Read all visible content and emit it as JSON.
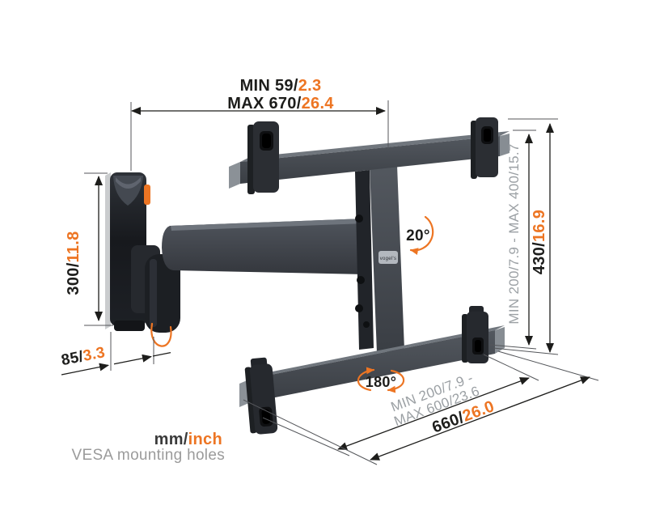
{
  "meta": {
    "brand": "vogel's"
  },
  "colors": {
    "accent_orange": "#ED7523",
    "dim_text": "#1d1d1b",
    "gray_text": "#9ba0a4",
    "legend_gray": "#9b9b9b"
  },
  "dims": {
    "extension": {
      "min_mm": "MIN 59/",
      "min_inch": "2.3",
      "max_mm": "MAX 670/",
      "max_inch": "26.4"
    },
    "plate_height": {
      "mm": "300/",
      "inch": "11.8"
    },
    "wall_distance": {
      "mm": "85/",
      "inch": "3.3"
    },
    "tilt": "20°",
    "swivel": "180°",
    "vesa_vertical": "MIN 200/7.9 - MAX 400/15.7",
    "total_height": {
      "mm": "430/",
      "inch": "16.9"
    },
    "vesa_horizontal_line1": "MIN 200/7.9 -",
    "vesa_horizontal_line2": "MAX 600/23.6",
    "total_width": {
      "mm": "660/",
      "inch": "26.0"
    }
  },
  "legend": {
    "units_mm": "mm/",
    "units_inch": "inch",
    "note": "VESA mounting holes"
  }
}
